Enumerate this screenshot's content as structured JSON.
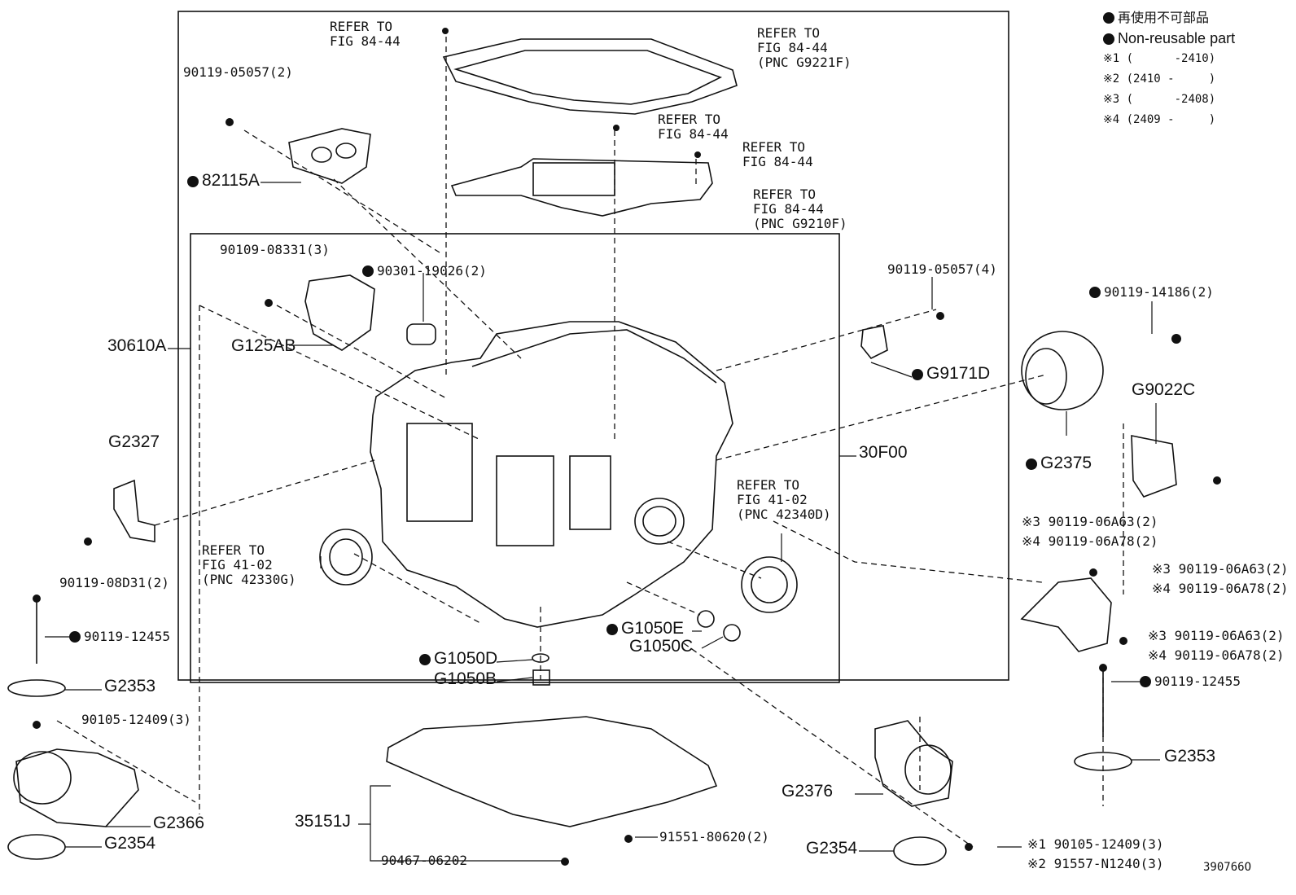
{
  "legend": {
    "jp": "再使用不可部品",
    "en": "Non-reusable part",
    "notes": [
      "※1 (      -2410)",
      "※2 (2410 -     )",
      "※3 (      -2408)",
      "※4 (2409 -     )"
    ]
  },
  "diagram_id": "390766O",
  "labels": {
    "ref_top_left": "REFER TO\nFIG 84-44",
    "ref_top_right": "REFER TO\nFIG 84-44\n(PNC G9221F)",
    "ref_mid_1": "REFER TO\nFIG 84-44",
    "ref_mid_2": "REFER TO\nFIG 84-44",
    "ref_mid_3": "REFER TO\nFIG 84-44\n(PNC G9210F)",
    "ref_4102_right": "REFER TO\nFIG 41-02\n(PNC 42340D)",
    "ref_4102_left": "REFER TO\nFIG 41-02\n(PNC 42330G)",
    "p_9011905057_2": "90119-05057(2)",
    "p_82115A": "82115A",
    "p_9010908331": "90109-08331(3)",
    "p_9030119026": "90301-19026(2)",
    "p_G125AB": "G125AB",
    "p_30610A": "30610A",
    "p_G2327": "G2327",
    "p_9011908D31": "90119-08D31(2)",
    "p_9011912455_l": "90119-12455",
    "p_G2353_l": "G2353",
    "p_9010512409_l": "90105-12409(3)",
    "p_G2366": "G2366",
    "p_G2354_l": "G2354",
    "p_9011905057_4": "90119-05057(4)",
    "p_G9171D": "G9171D",
    "p_30F00": "30F00",
    "p_9011914186": "90119-14186(2)",
    "p_G9022C": "G9022C",
    "p_G2375": "G2375",
    "p_a63_1": "※3 90119-06A63(2)",
    "p_a78_1": "※4 90119-06A78(2)",
    "p_a63_2": "※3 90119-06A63(2)",
    "p_a78_2": "※4 90119-06A78(2)",
    "p_a63_3": "※3 90119-06A63(2)",
    "p_a78_3": "※4 90119-06A78(2)",
    "p_9011912455_r": "90119-12455",
    "p_G2353_r": "G2353",
    "p_G1050E": "G1050E",
    "p_G1050C": "G1050C",
    "p_G1050D": "G1050D",
    "p_G1050B": "G1050B",
    "p_35151J": "35151J",
    "p_9046706202": "90467-06202",
    "p_9155180620": "91551-80620(2)",
    "p_G2376": "G2376",
    "p_G2354_r": "G2354",
    "p_9010512409_r": "※1 90105-12409(3)",
    "p_91557N1240": "※2 91557-N1240(3)"
  }
}
